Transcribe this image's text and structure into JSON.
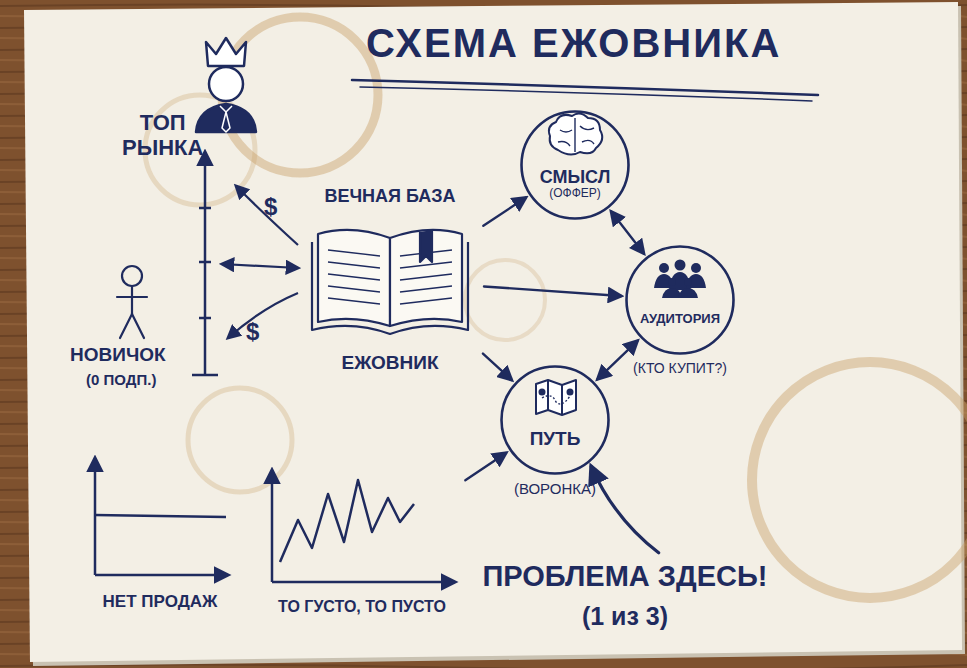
{
  "diagram": {
    "title": "СХЕМА ЕЖОВНИКА",
    "nodes": [
      {
        "text": [
          "ВЕЧНАЯ БАЗА",
          "ЕЖОВНИК"
        ]
      },
      {
        "text": [
          "СМЫСЛ",
          "(ОФФЕР)"
        ]
      },
      {
        "text": [
          "АУДИТОРИЯ",
          "(КТО КУПИТ?)"
        ]
      },
      {
        "text": [
          "ПУТЬ",
          "(ВОРОНКА)"
        ]
      },
      {
        "text": [
          "НЕТ ПРОДАЖ"
        ]
      },
      {
        "text": [
          "ТО ГУСТО, ТО ПУСТО"
        ]
      },
      {
        "text": [
          "ПРОБЛЕМА ЗДЕСЬ!",
          "(1 из 3)"
        ]
      }
    ],
    "edges": [
      {
        "from": 0,
        "to": 1,
        "arrow": "to"
      },
      {
        "from": 0,
        "to": 2,
        "arrow": "to"
      },
      {
        "from": 0,
        "to": 3,
        "arrow": "to"
      },
      {
        "from": 1,
        "to": 2,
        "arrow": "both"
      },
      {
        "from": 2,
        "to": 3,
        "arrow": "both"
      },
      {
        "from": 5,
        "to": 3,
        "arrow": "to"
      },
      {
        "from": 6,
        "to": 3,
        "arrow": "to"
      }
    ],
    "labels": [
      "ТОП РЫНКА",
      "НОВИЧОК",
      "(0 ПОДП.)",
      "$",
      "$"
    ]
  }
}
